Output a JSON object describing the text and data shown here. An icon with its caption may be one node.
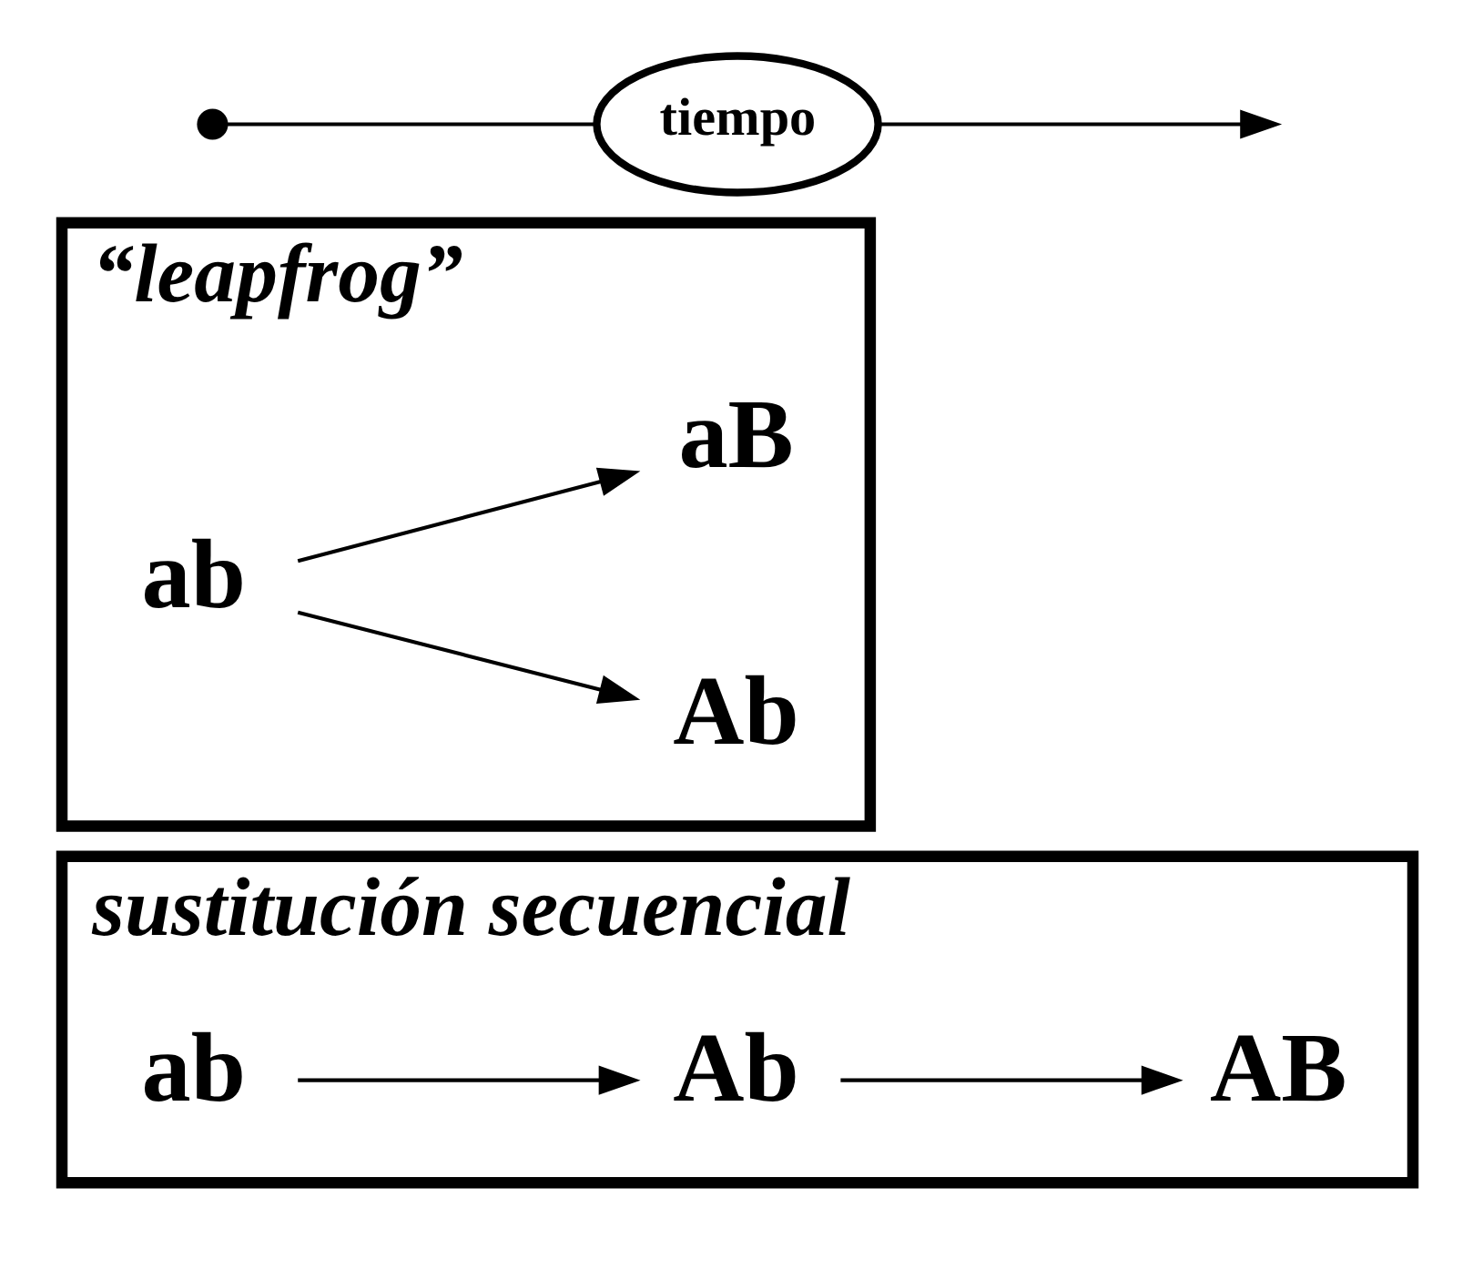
{
  "diagram": {
    "nodes": [
      {
        "text": [
          "sustitución secuencial"
        ]
      },
      {
        "text": [
          "ab"
        ],
        "in": 0
      },
      {
        "text": [
          "Ab"
        ],
        "in": 0
      },
      {
        "text": [
          "AB"
        ],
        "in": 0
      },
      {
        "text": [
          "“leapfrog”"
        ]
      },
      {
        "text": [
          "ab"
        ],
        "in": 4
      },
      {
        "text": [
          "Ab"
        ],
        "in": 4
      },
      {
        "text": [
          "aB"
        ],
        "in": 4
      },
      {
        "text": [
          "tiempo"
        ]
      }
    ],
    "edges": [
      {
        "from": 1,
        "to": 2,
        "arrow": "to"
      },
      {
        "from": 2,
        "to": 3,
        "arrow": "to"
      },
      {
        "from": 5,
        "to": 6,
        "arrow": "to"
      },
      {
        "from": 5,
        "to": 7,
        "arrow": "to"
      },
      {
        "from": null,
        "to": 8,
        "arrow": "other"
      },
      {
        "from": 8,
        "to": null,
        "arrow": "to"
      }
    ]
  }
}
